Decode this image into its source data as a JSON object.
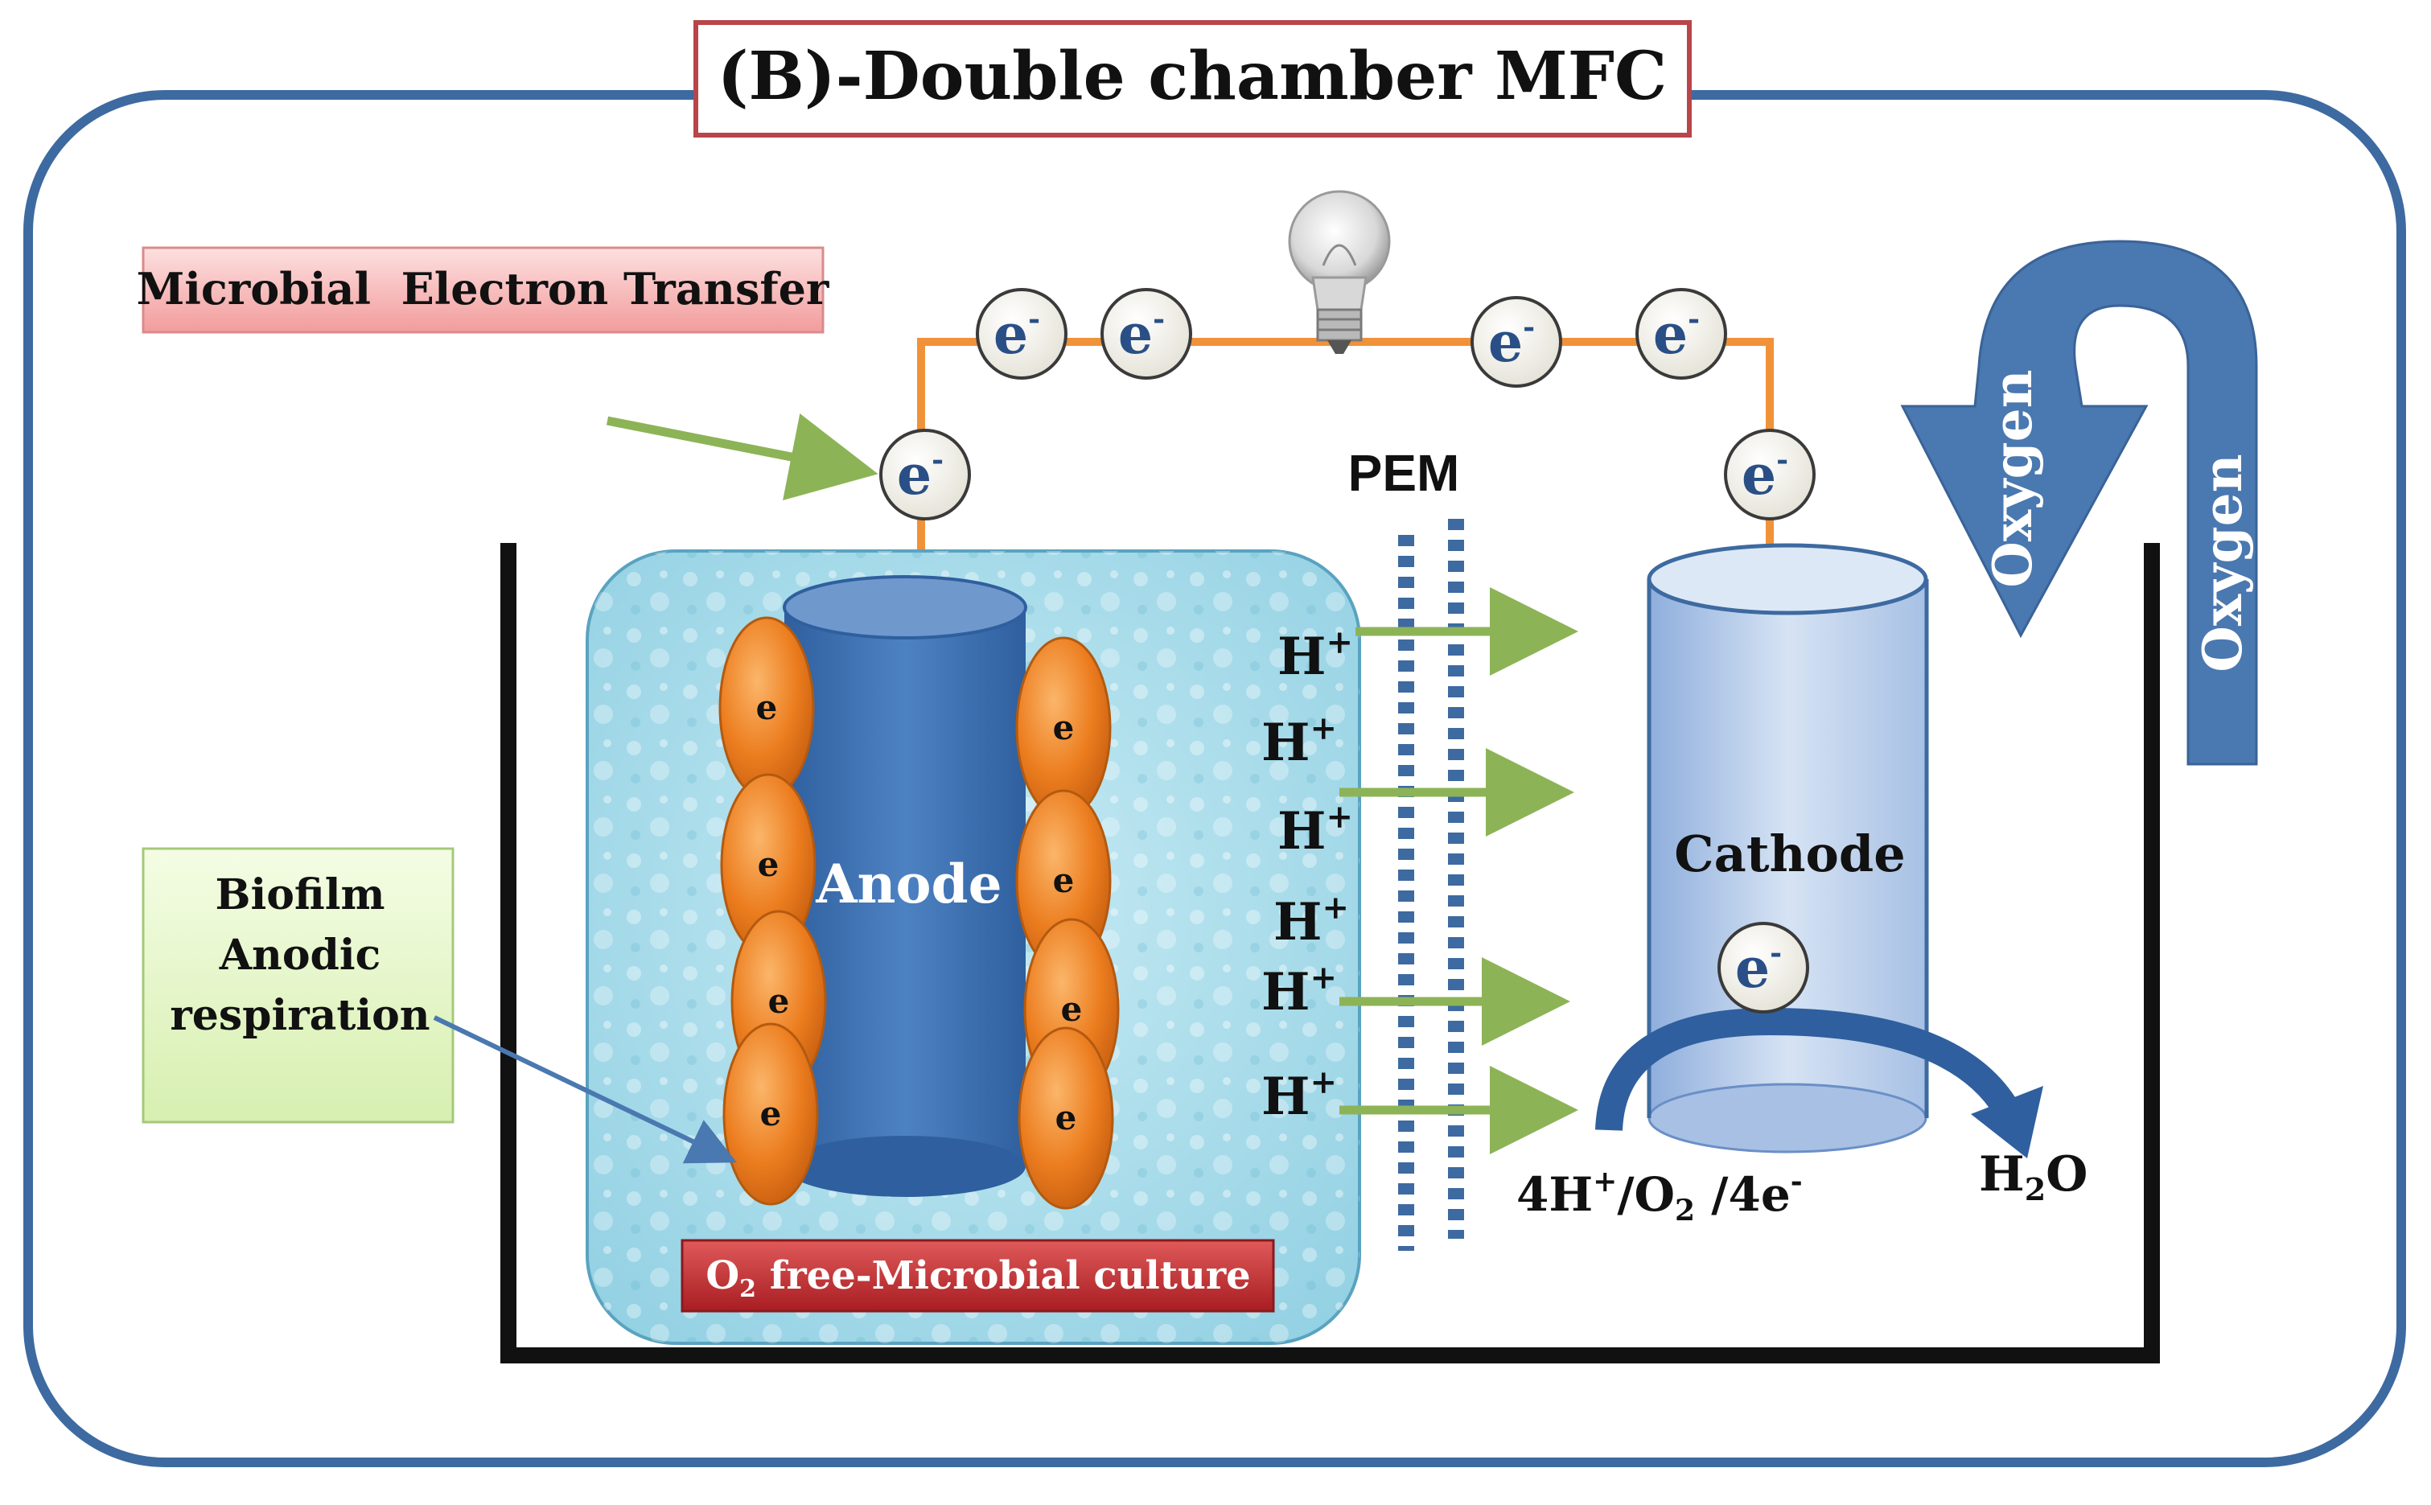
{
  "title": "(B)-Double chamber MFC",
  "labels": {
    "microbial_electron_transfer": "Microbial  Electron Transfer",
    "biofilm_line1": "Biofilm",
    "biofilm_line2": "Anodic",
    "biofilm_line3": "respiration",
    "pem": "PEM",
    "anode": "Anode",
    "cathode": "Cathode",
    "culture_o2": "O",
    "culture_o2_sub": "2",
    "culture_rest": " free-Microbial culture",
    "reaction_main": "4H",
    "reaction_plus": "+",
    "reaction_mid": "/O",
    "reaction_sub": "2",
    "reaction_end": " /4e",
    "reaction_minus": "-",
    "water_h": "H",
    "water_sub": "2",
    "water_o": "O",
    "oxygen_in": "Oxygen",
    "oxygen_out": "Oxygen"
  },
  "symbols": {
    "electron": "e",
    "electron_charge": "-",
    "bacterium_electron": "e",
    "proton": "H",
    "proton_charge": "+"
  },
  "colors": {
    "frame_border": "#3d6aa0",
    "title_border": "#b8454a",
    "wire": "#f0923a",
    "anode": "#3b6fb0",
    "cathode": "#b8cde8",
    "bacteria": "#e8761c",
    "proton_arrow": "#8db357",
    "culture_banner": "#c0272d",
    "oxygen_arrow": "#4a78b0",
    "biofilm_box": "#e7f7c8",
    "met_box": "#f6b8b8"
  }
}
